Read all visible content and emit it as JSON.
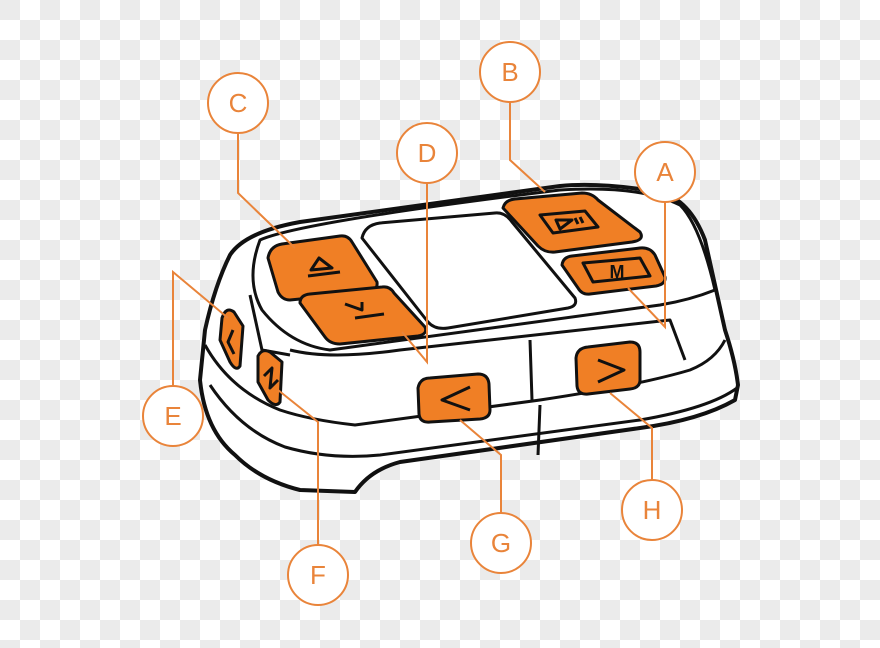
{
  "diagram": {
    "accent_color": "#f07f25",
    "callouts": [
      {
        "id": "A",
        "label": "A",
        "target": "m-button"
      },
      {
        "id": "B",
        "label": "B",
        "target": "play-pause-button"
      },
      {
        "id": "C",
        "label": "C",
        "target": "up-button"
      },
      {
        "id": "D",
        "label": "D",
        "target": "down-button"
      },
      {
        "id": "E",
        "label": "E",
        "target": "left-side-button"
      },
      {
        "id": "F",
        "label": "F",
        "target": "left-front-side-button"
      },
      {
        "id": "G",
        "label": "G",
        "target": "previous-button"
      },
      {
        "id": "H",
        "label": "H",
        "target": "next-button"
      }
    ],
    "button_glyphs": {
      "m_button": "M"
    }
  }
}
